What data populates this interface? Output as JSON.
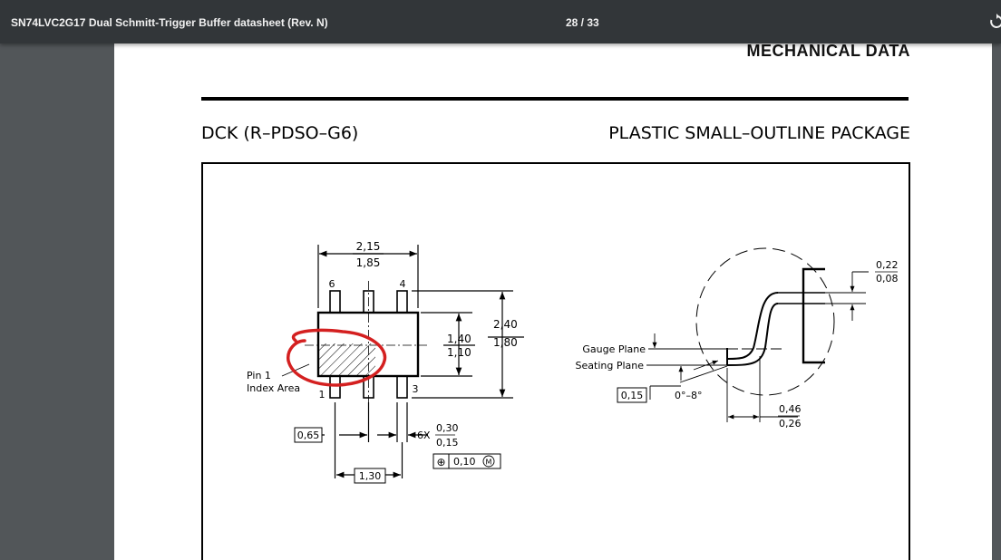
{
  "viewer": {
    "document_title": "SN74LVC2G17 Dual Schmitt-Trigger Buffer datasheet (Rev. N)",
    "page_indicator": "28 / 33",
    "rotate_icon": "rotate-icon"
  },
  "page": {
    "section_header": "MECHANICAL DATA",
    "package_code": "DCK (R–PDSO–G6)",
    "package_description": "PLASTIC SMALL–OUTLINE PACKAGE"
  },
  "drawing": {
    "top_view": {
      "width_max": "2,15",
      "width_min": "1,85",
      "body_height_max": "1,40",
      "body_height_min": "1,10",
      "overall_height_max": "2,40",
      "overall_height_min": "1,80",
      "pin_6": "6",
      "pin_4": "4",
      "pin_1": "1",
      "pin_3": "3",
      "pin1_label_line1": "Pin 1",
      "pin1_label_line2": "Index Area",
      "pitch": "0,65",
      "lead_span": "1,30",
      "lead_width_prefix": "6X",
      "lead_width_max": "0,30",
      "lead_width_min": "0,15",
      "position_tolerance": "0,10",
      "position_modifier": "M",
      "position_symbol": "⊕"
    },
    "side_view": {
      "lead_thickness_max": "0,22",
      "lead_thickness_min": "0,08",
      "gauge_plane": "Gauge Plane",
      "seating_plane": "Seating Plane",
      "gauge_height": "0,15",
      "angle": "0°–8°",
      "foot_length_max": "0,46",
      "foot_length_min": "0,26"
    }
  },
  "annotation": {
    "highlight_color": "#d42020"
  }
}
